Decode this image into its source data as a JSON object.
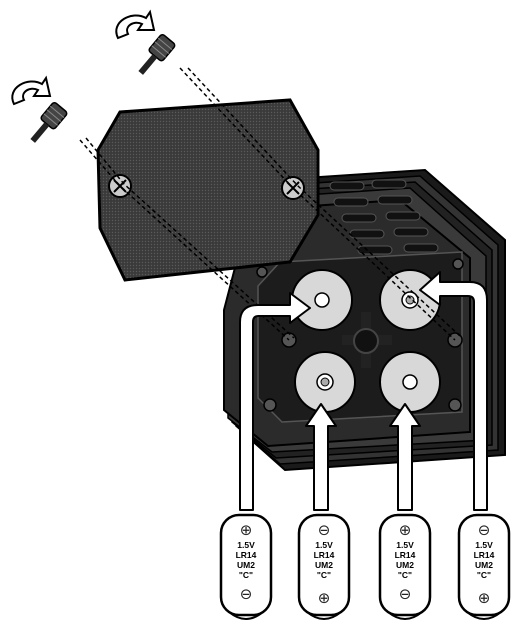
{
  "batteries": [
    {
      "top_symbol": "⊕",
      "voltage": "1.5V",
      "iec": "LR14",
      "jis": "UM2",
      "size": "\"C\"",
      "bottom_symbol": "⊖"
    },
    {
      "top_symbol": "⊖",
      "voltage": "1.5V",
      "iec": "LR14",
      "jis": "UM2",
      "size": "\"C\"",
      "bottom_symbol": "⊕"
    },
    {
      "top_symbol": "⊕",
      "voltage": "1.5V",
      "iec": "LR14",
      "jis": "UM2",
      "size": "\"C\"",
      "bottom_symbol": "⊖"
    },
    {
      "top_symbol": "⊖",
      "voltage": "1.5V",
      "iec": "LR14",
      "jis": "UM2",
      "size": "\"C\"",
      "bottom_symbol": "⊕"
    }
  ],
  "colors": {
    "housing": "#2b2b2b",
    "cover": "#3a3a3a",
    "outline": "#111111",
    "arrow_fill": "#ffffff",
    "cell": "#ffffff"
  },
  "icons": [
    "rotate-arrow-icon",
    "screw-icon"
  ]
}
